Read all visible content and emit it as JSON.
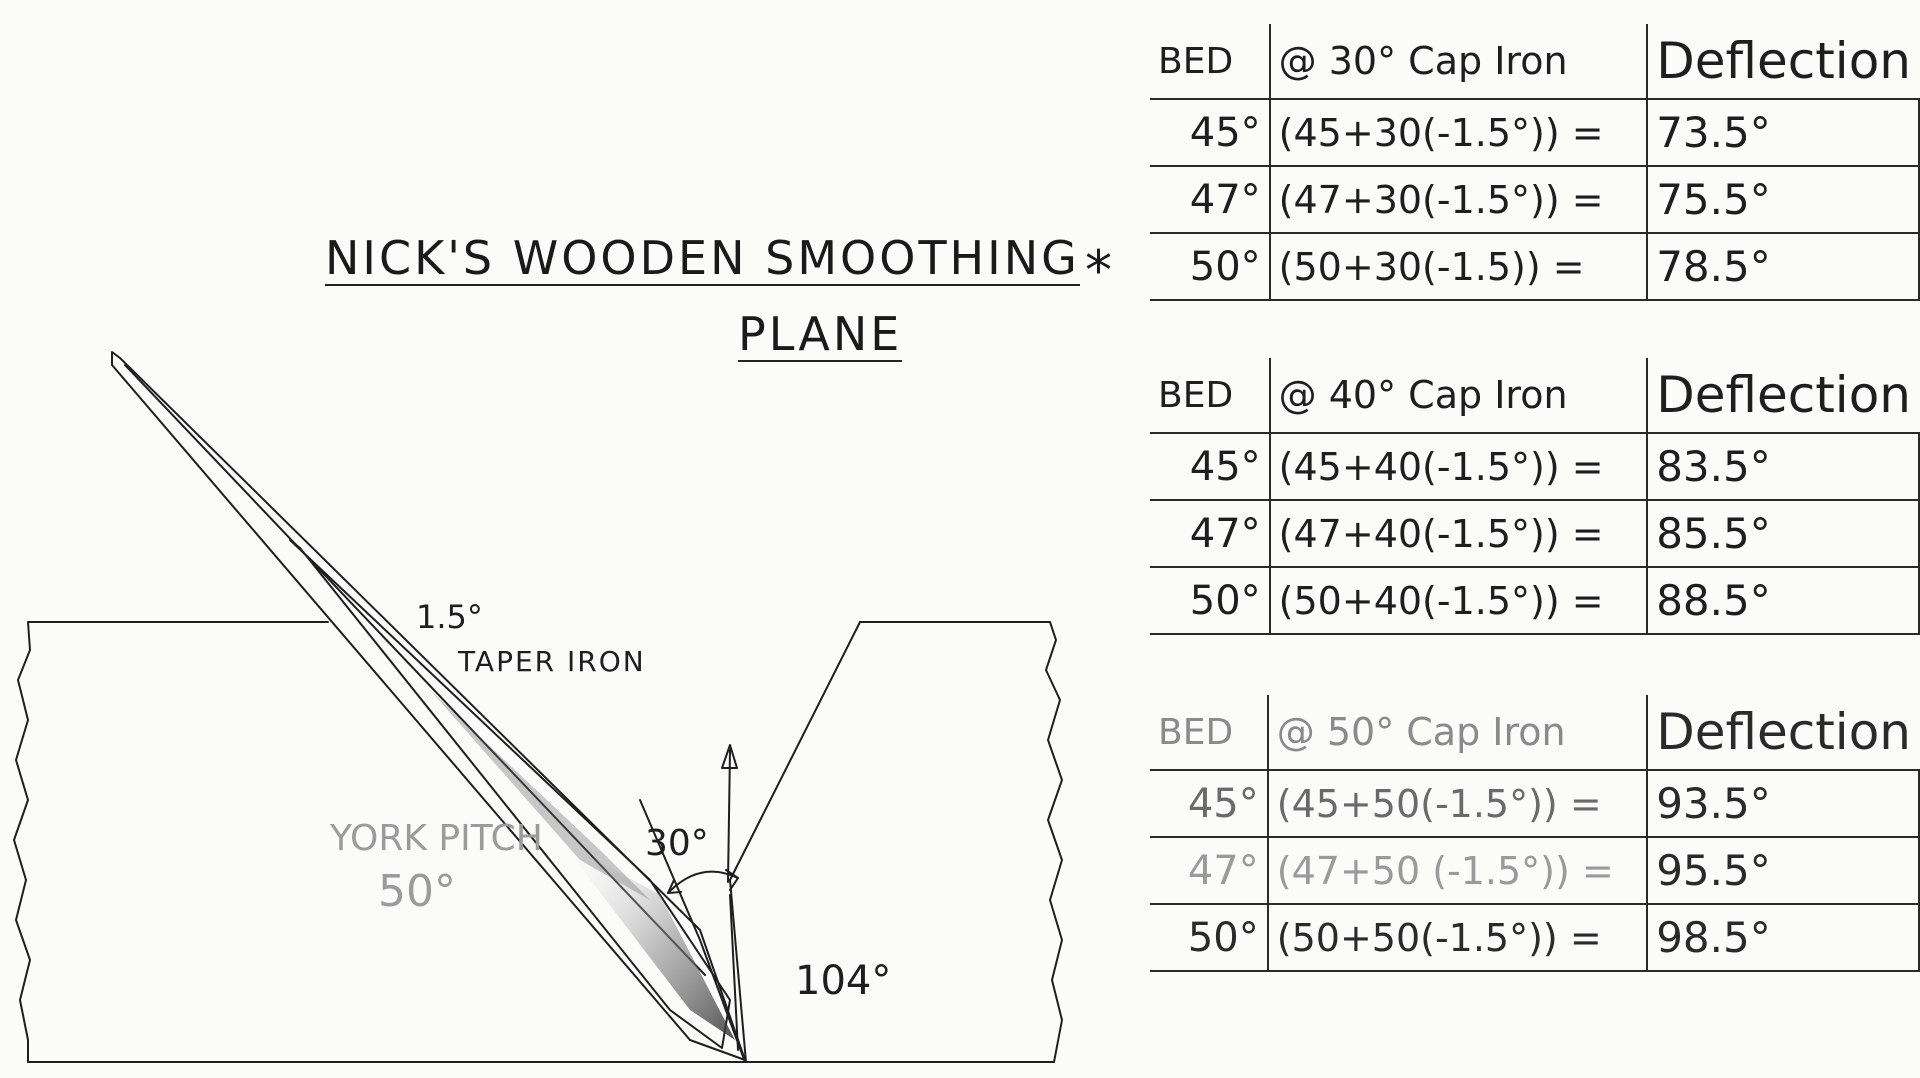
{
  "title": {
    "line1": "Nick's Wooden Smoothing",
    "line2": "Plane",
    "marker": "*"
  },
  "drawing": {
    "labels": {
      "taper_angle": "1.5°",
      "taper_text": "TAPER IRON",
      "pitch_name": "YORK PITCH",
      "pitch_angle": "50°",
      "cap_angle": "30°",
      "mouth_angle": "104°"
    },
    "colors": {
      "pencil": "#1e1e1e",
      "faint": "#9b9b9b",
      "shade": "#555555"
    }
  },
  "tables": [
    {
      "headers": [
        "BED",
        "@ 30° Cap Iron",
        "Deflection"
      ],
      "rows": [
        [
          "45°",
          "(45+30(-1.5°)) =",
          "73.5°"
        ],
        [
          "47°",
          "(47+30(-1.5°)) =",
          "75.5°"
        ],
        [
          "50°",
          "(50+30(-1.5)) =",
          "78.5°"
        ]
      ]
    },
    {
      "headers": [
        "BED",
        "@ 40° Cap Iron",
        "Deflection"
      ],
      "rows": [
        [
          "45°",
          "(45+40(-1.5°)) =",
          "83.5°"
        ],
        [
          "47°",
          "(47+40(-1.5°)) =",
          "85.5°"
        ],
        [
          "50°",
          "(50+40(-1.5°)) =",
          "88.5°"
        ]
      ]
    },
    {
      "headers": [
        "BED",
        "@ 50° Cap Iron",
        "Deflection"
      ],
      "rows": [
        [
          "45°",
          "(45+50(-1.5°)) =",
          "93.5°"
        ],
        [
          "47°",
          "(47+50 (-1.5°)) =",
          "95.5°"
        ],
        [
          "50°",
          "(50+50(-1.5°)) =",
          "98.5°"
        ]
      ]
    }
  ]
}
